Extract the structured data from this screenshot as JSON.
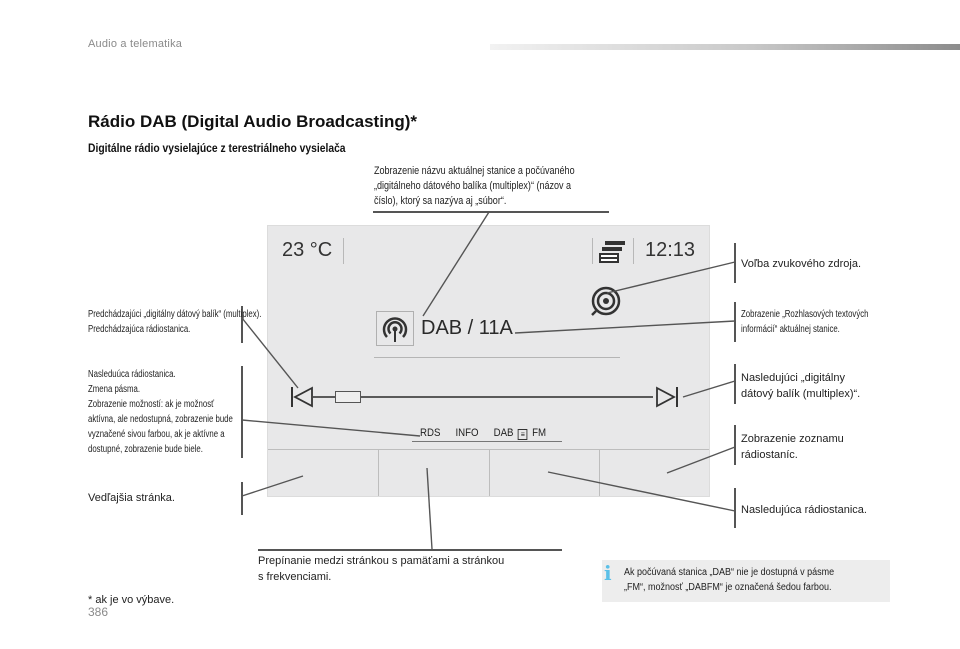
{
  "header": {
    "section": "Audio a telematika",
    "page_number": "386"
  },
  "titles": {
    "main": "Rádio DAB (Digital Audio Broadcasting)*",
    "sub": "Digitálne rádio vysielajúce z terestriálneho vysielača"
  },
  "screen": {
    "temperature": "23 °C",
    "time": "12:13",
    "station": "DAB / 11A",
    "tabs": {
      "rds": "RDS",
      "info": "INFO",
      "dab": "DAB",
      "fm": "FM"
    }
  },
  "callouts": {
    "top": [
      "Zobrazenie názvu aktuálnej stanice a počúvaného",
      "„digitálneho dátového balíka (multiplex)“ (názov a",
      "číslo), ktorý sa nazýva aj „súbor“."
    ],
    "left_prev_multiplex": [
      "Predchádzajúci „digitálny dátový balík“ (multiplex).",
      "Predchádzajúca rádiostanica."
    ],
    "left_next_station": [
      "Nasleduúca rádiostanica.",
      "Zmena pásma.",
      "Zobrazenie možností: ak je možnosť",
      "aktívna, ale nedostupná, zobrazenie bude",
      "vyznačené sivou farbou, ak je aktívne a",
      "dostupné, zobrazenie bude biele."
    ],
    "left_next_page": "Vedľajšia stránka.",
    "bottom": [
      "Prepínanie medzi stránkou s pamäťami a stránkou",
      "s frekvenciami."
    ],
    "right_source": "Voľba zvukového zdroja.",
    "right_text_info": [
      "Zobrazenie „Rozhlasových textových",
      "informácií“ aktuálnej stanice."
    ],
    "right_next_multiplex": [
      "Nasledujúci „digitálny",
      "dátový balík (multiplex)“."
    ],
    "right_list": [
      "Zobrazenie zoznamu",
      "rádiostaníc."
    ],
    "right_next_station": "Nasledujúca rádiostanica."
  },
  "footnote": "* ak je vo výbave.",
  "info_note": {
    "lines": [
      "Ak počúvaná stanica „DAB“ nie je dostupná v pásme",
      "„FM“, možnosť „DABFM“ je označená šedou farbou."
    ]
  },
  "colors": {
    "accent_info": "#5bc0e8",
    "screen_bg": "#e8e8e9",
    "header_bar_dark": "#8c8c8c"
  }
}
